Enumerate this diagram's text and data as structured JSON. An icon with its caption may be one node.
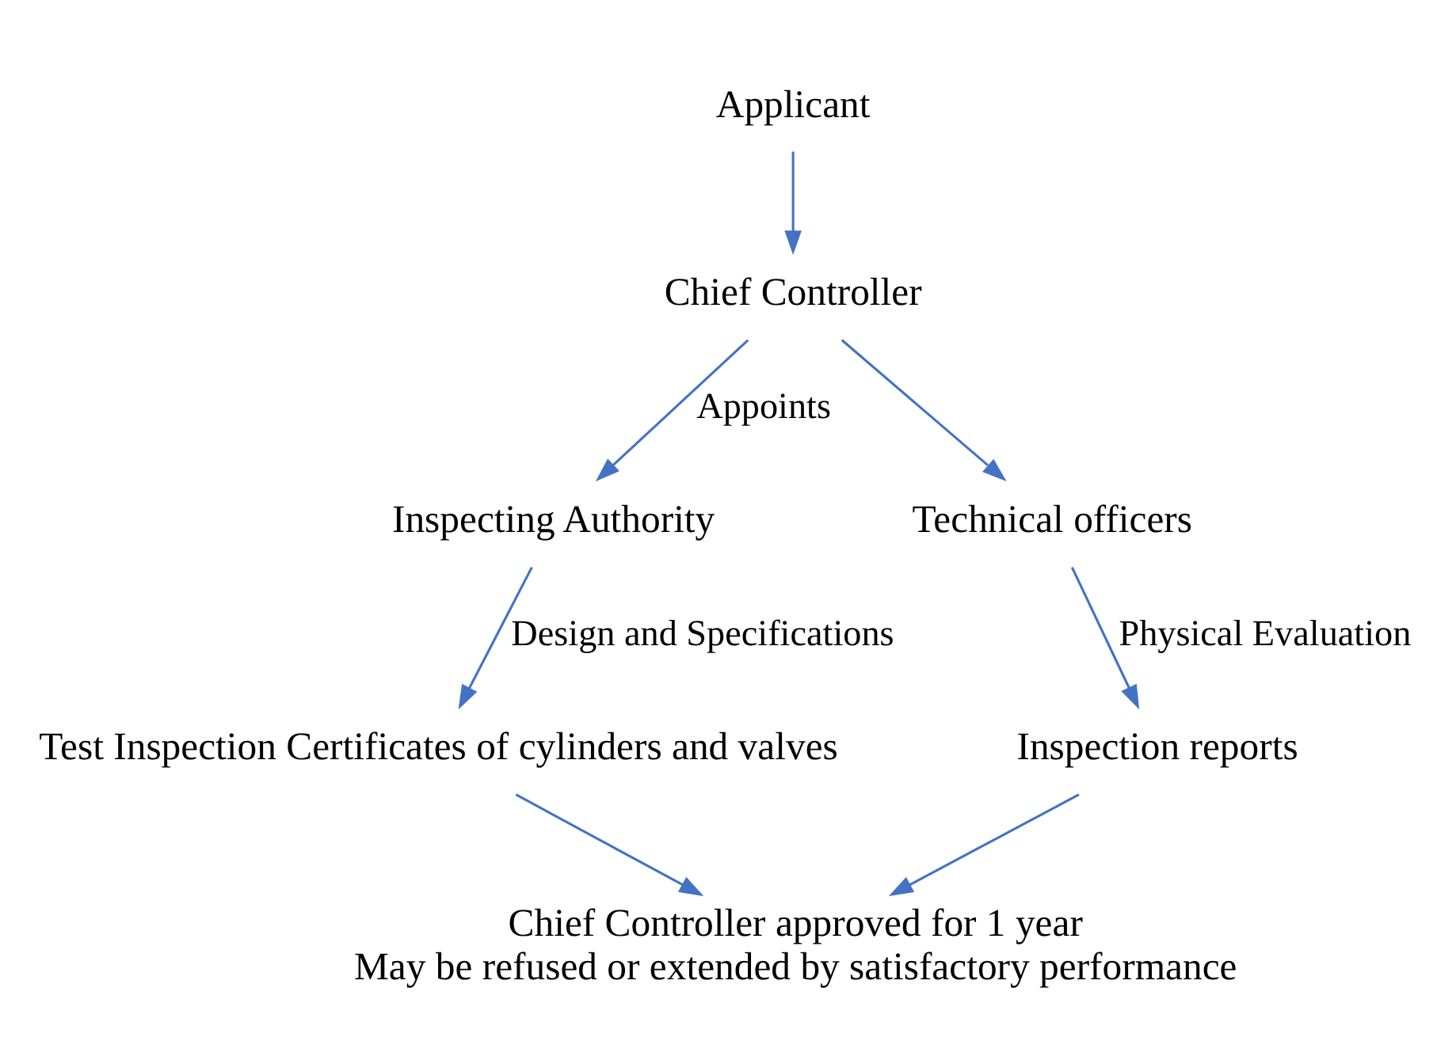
{
  "diagram": {
    "nodes": [
      {
        "text": [
          "Applicant"
        ]
      },
      {
        "text": [
          "Chief Controller"
        ]
      },
      {
        "text": [
          "Inspecting Authority"
        ]
      },
      {
        "text": [
          "Technical officers"
        ]
      },
      {
        "text": [
          "Test Inspection Certificates of cylinders and valves"
        ]
      },
      {
        "text": [
          "Inspection reports"
        ]
      },
      {
        "text": [
          "Chief Controller approved for 1 year",
          "May be refused or extended by satisfactory performance"
        ]
      }
    ],
    "edges": [
      {
        "from": 0,
        "to": 1,
        "arrow": "to"
      },
      {
        "from": 1,
        "to": 2,
        "arrow": "to",
        "label": "Appoints"
      },
      {
        "from": 1,
        "to": 3,
        "arrow": "to"
      },
      {
        "from": 2,
        "to": 4,
        "arrow": "to",
        "label": "Design and Specifications"
      },
      {
        "from": 3,
        "to": 5,
        "arrow": "to",
        "label": "Physical Evaluation"
      },
      {
        "from": 4,
        "to": 6,
        "arrow": "to"
      },
      {
        "from": 5,
        "to": 6,
        "arrow": "to"
      }
    ]
  }
}
